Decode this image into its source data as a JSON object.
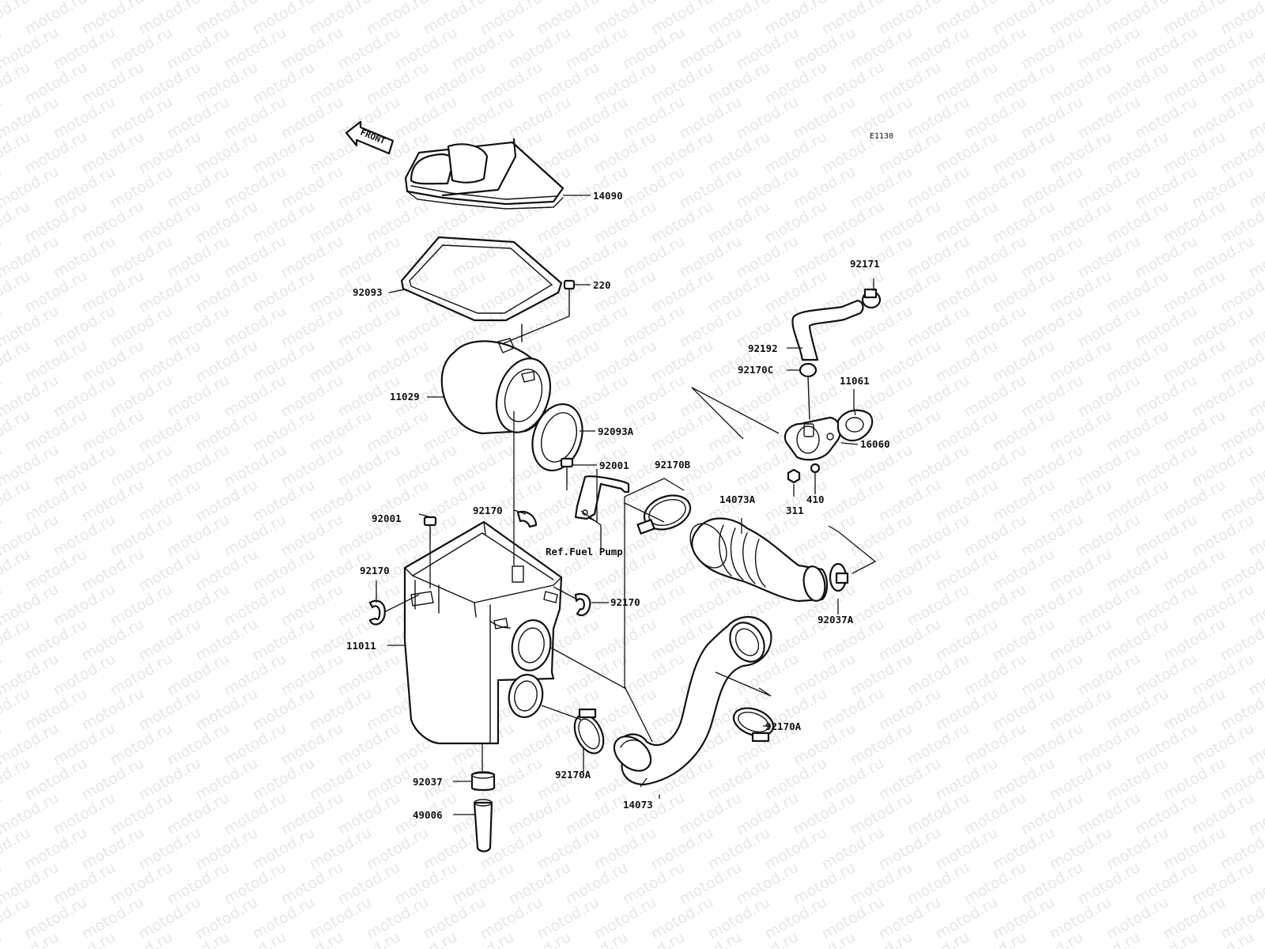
{
  "diagram": {
    "code": "E1130",
    "front_label": "FRONT",
    "reference_note": "Ref.Fuel Pump",
    "watermark": "motod.ru",
    "parts": {
      "p14090": "14090",
      "p92093": "92093",
      "p220": "220",
      "p11029": "11029",
      "p92093A": "92093A",
      "p92001_upper": "92001",
      "p92001_left": "92001",
      "p92170_mid": "92170",
      "p92170_left": "92170",
      "p92170_right": "92170",
      "p92170B": "92170B",
      "p14073A": "14073A",
      "p11011": "11011",
      "p92037": "92037",
      "p49006": "49006",
      "p92170A_lower": "92170A",
      "p92170A_right": "92170A",
      "p14073": "14073",
      "p92037A": "92037A",
      "p92171": "92171",
      "p92192": "92192",
      "p92170C": "92170C",
      "p11061": "11061",
      "p16060": "16060",
      "p311": "311",
      "p410": "410"
    }
  }
}
